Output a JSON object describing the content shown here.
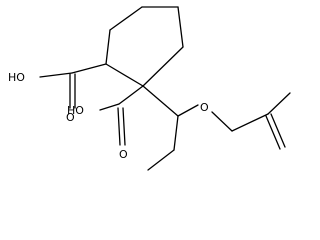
{
  "structure": {
    "atom_labels": {
      "hydroxyl_left": "HO",
      "carbonyl_oxygen_left": "O",
      "hydroxyl_right": "HO",
      "carbonyl_oxygen_right": "O",
      "ether_oxygen": "O"
    },
    "colors": {
      "bond": "#000000",
      "background": "#ffffff"
    }
  }
}
